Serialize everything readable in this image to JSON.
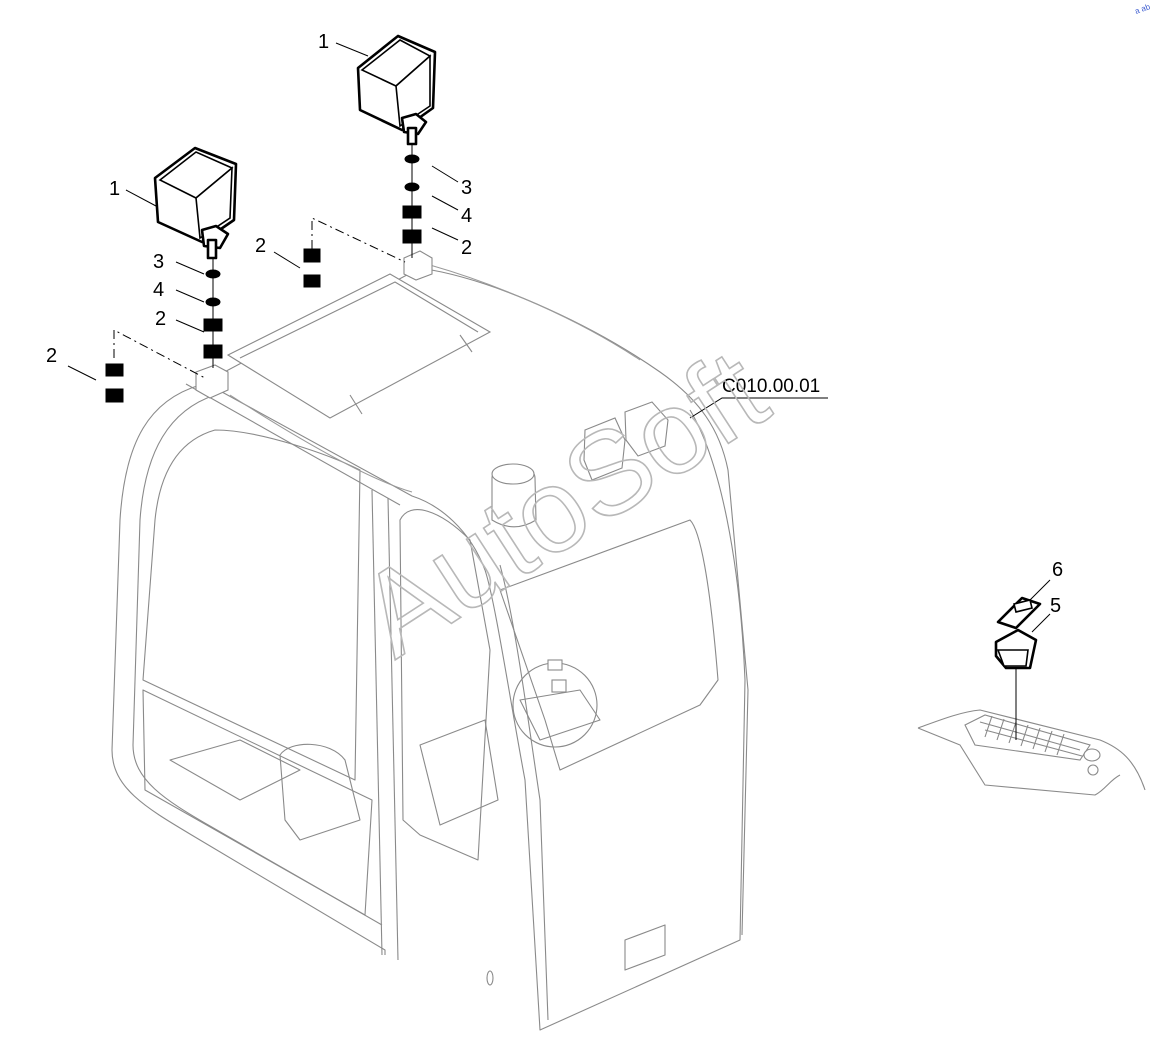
{
  "callouts": {
    "lamp_right": "1",
    "lamp_left": "1",
    "washer_right": "3",
    "lockwasher_right": "4",
    "nut_right": "2",
    "washer_left": "3",
    "lockwasher_left": "4",
    "nut_left": "2",
    "spare_nuts_upper": "2",
    "spare_nuts_lower": "2",
    "switch_cap": "6",
    "switch_body": "5"
  },
  "reference": {
    "label": "C010.00.01"
  },
  "watermark": {
    "text": "AutoSoft"
  },
  "corner_mark": {
    "text": "a ab"
  }
}
